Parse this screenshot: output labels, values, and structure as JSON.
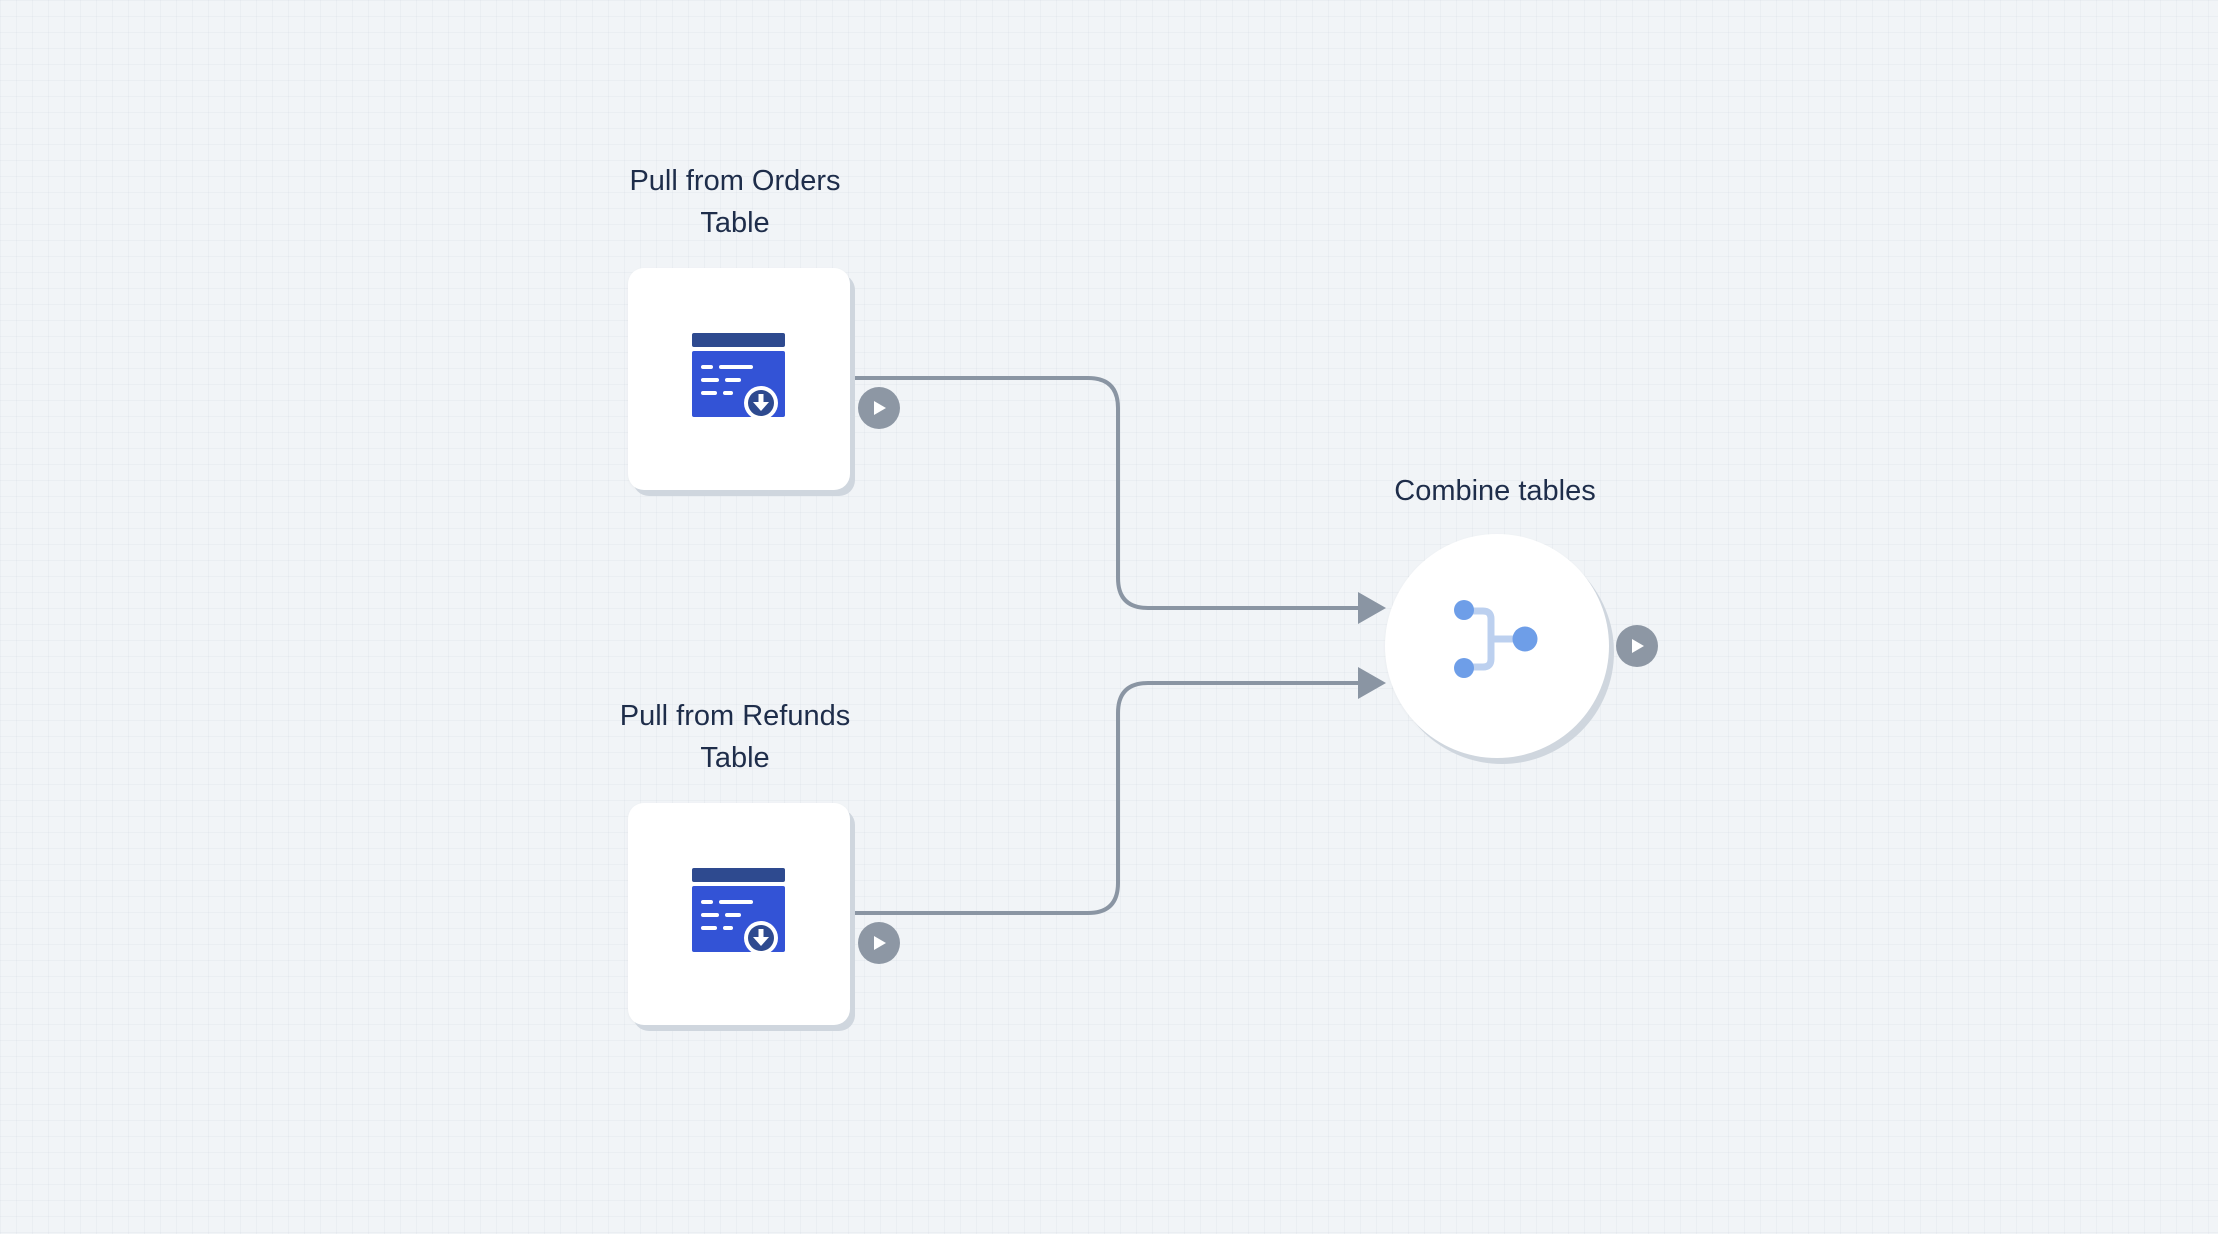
{
  "canvas": {
    "background": "#f1f4f7"
  },
  "colors": {
    "connector": "#8a95a3",
    "node_bg": "#ffffff",
    "node_shadow": "#cfd6de",
    "table_icon_primary": "#3353d6",
    "table_icon_header": "#2e4a8f",
    "merge_icon_light": "#bcd0ef",
    "merge_icon_dot": "#6e9ee8",
    "run_button": "#8d97a4"
  },
  "nodes": {
    "orders": {
      "label": "Pull from Orders Table",
      "icon": "table-download-icon"
    },
    "refunds": {
      "label": "Pull from Refunds Table",
      "icon": "table-download-icon"
    },
    "combine": {
      "label": "Combine tables",
      "icon": "merge-icon"
    }
  },
  "icons": {
    "run": "play-icon"
  }
}
